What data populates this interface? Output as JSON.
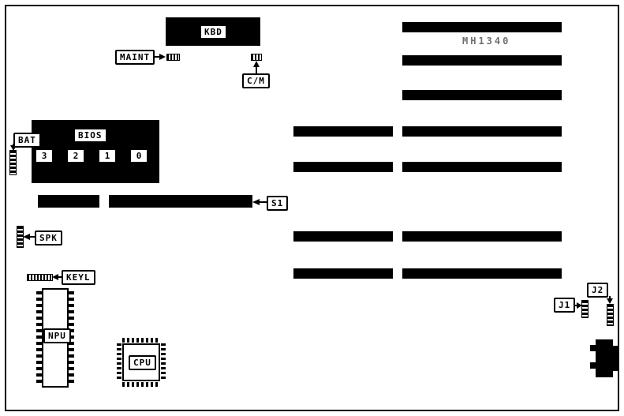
{
  "diagram": {
    "model": "MH1340",
    "components": {
      "kbd": "KBD",
      "maint": "MAINT",
      "cm": "C/M",
      "bios": "BIOS",
      "bios_chips": [
        "3",
        "2",
        "1",
        "0"
      ],
      "bat": "BAT",
      "s1": "S1",
      "spk": "SPK",
      "keyl": "KEYL",
      "npu": "NPU",
      "cpu": "CPU",
      "j1": "J1",
      "j2": "J2"
    },
    "colors": {
      "component_fill": "#000000",
      "background": "#ffffff",
      "model_text": "#6e6e6e"
    }
  }
}
